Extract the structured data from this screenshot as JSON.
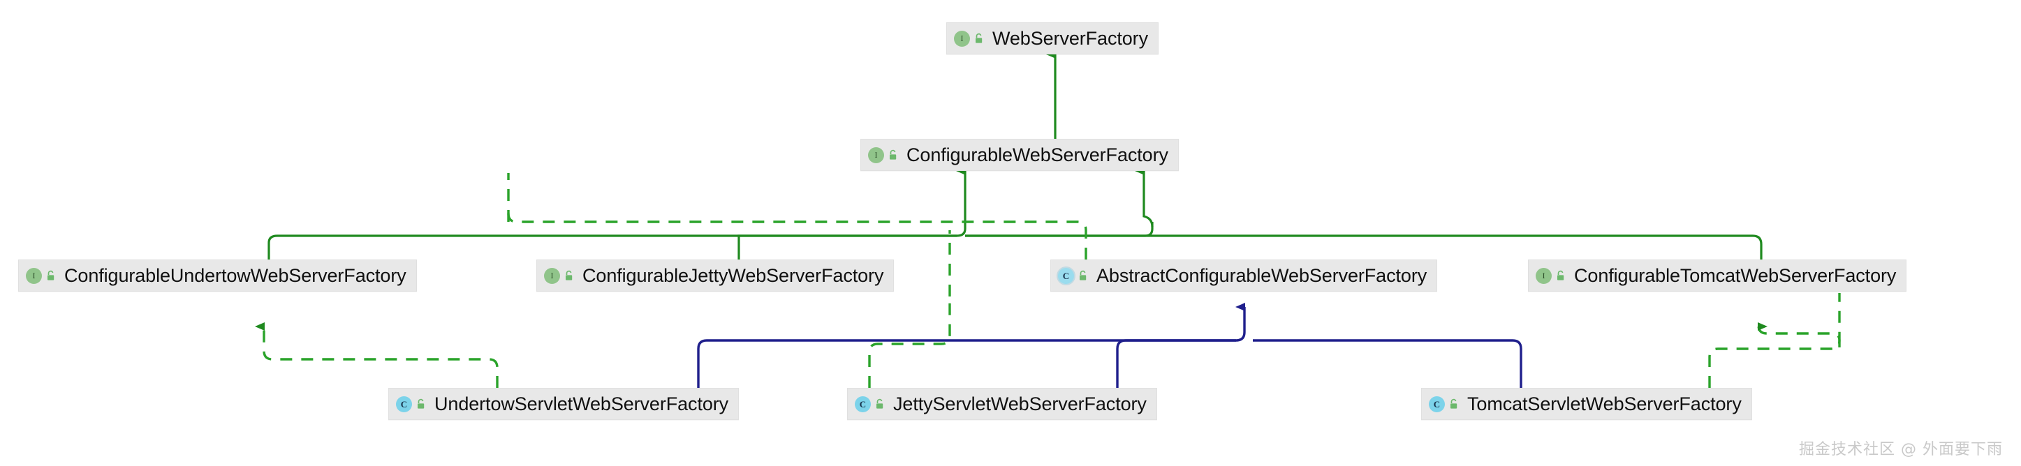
{
  "diagram": {
    "title": "WebServerFactory class hierarchy",
    "type": "uml-class-hierarchy",
    "colors": {
      "interface_edge": "#1f8a1f",
      "class_edge": "#1f1f8c",
      "node_fill": "#e8e8e8",
      "interface_icon": "#90c48a",
      "class_icon": "#7cd3ea",
      "lock_icon": "#6cb86c",
      "label_text": "#101010"
    },
    "nodes": [
      {
        "id": "web-server-factory",
        "label": "WebServerFactory",
        "kind": "interface",
        "icon": "interface-icon",
        "visibility_icon": "unlocked-padlock-icon",
        "row": 1
      },
      {
        "id": "configurable-web-server-factory",
        "label": "ConfigurableWebServerFactory",
        "kind": "interface",
        "icon": "interface-icon",
        "visibility_icon": "unlocked-padlock-icon",
        "row": 2
      },
      {
        "id": "configurable-undertow-web-server-factory",
        "label": "ConfigurableUndertowWebServerFactory",
        "kind": "interface",
        "icon": "interface-icon",
        "visibility_icon": "unlocked-padlock-icon",
        "row": 3
      },
      {
        "id": "configurable-jetty-web-server-factory",
        "label": "ConfigurableJettyWebServerFactory",
        "kind": "interface",
        "icon": "interface-icon",
        "visibility_icon": "unlocked-padlock-icon",
        "row": 3
      },
      {
        "id": "abstract-configurable-web-server-factory",
        "label": "AbstractConfigurableWebServerFactory",
        "kind": "abstract-class",
        "icon": "class-icon",
        "visibility_icon": "unlocked-padlock-icon",
        "row": 3
      },
      {
        "id": "configurable-tomcat-web-server-factory",
        "label": "ConfigurableTomcatWebServerFactory",
        "kind": "interface",
        "icon": "interface-icon",
        "visibility_icon": "unlocked-padlock-icon",
        "row": 3
      },
      {
        "id": "undertow-servlet-web-server-factory",
        "label": "UndertowServletWebServerFactory",
        "kind": "class",
        "icon": "class-icon",
        "visibility_icon": "unlocked-padlock-icon",
        "row": 4
      },
      {
        "id": "jetty-servlet-web-server-factory",
        "label": "JettyServletWebServerFactory",
        "kind": "class",
        "icon": "class-icon",
        "visibility_icon": "unlocked-padlock-icon",
        "row": 4
      },
      {
        "id": "tomcat-servlet-web-server-factory",
        "label": "TomcatServletWebServerFactory",
        "kind": "class",
        "icon": "class-icon",
        "visibility_icon": "unlocked-padlock-icon",
        "row": 4
      }
    ],
    "edges": [
      {
        "from": "configurable-web-server-factory",
        "to": "web-server-factory",
        "style": "solid",
        "color": "green",
        "relation": "extends"
      },
      {
        "from": "configurable-undertow-web-server-factory",
        "to": "configurable-web-server-factory",
        "style": "solid",
        "color": "green",
        "relation": "extends"
      },
      {
        "from": "configurable-jetty-web-server-factory",
        "to": "configurable-web-server-factory",
        "style": "solid",
        "color": "green",
        "relation": "extends"
      },
      {
        "from": "configurable-tomcat-web-server-factory",
        "to": "configurable-web-server-factory",
        "style": "solid",
        "color": "green",
        "relation": "extends"
      },
      {
        "from": "abstract-configurable-web-server-factory",
        "to": "configurable-web-server-factory",
        "style": "dashed",
        "color": "green",
        "relation": "implements"
      },
      {
        "from": "undertow-servlet-web-server-factory",
        "to": "configurable-undertow-web-server-factory",
        "style": "dashed",
        "color": "green",
        "relation": "implements"
      },
      {
        "from": "jetty-servlet-web-server-factory",
        "to": "configurable-jetty-web-server-factory",
        "style": "dashed",
        "color": "green",
        "relation": "implements"
      },
      {
        "from": "tomcat-servlet-web-server-factory",
        "to": "configurable-tomcat-web-server-factory",
        "style": "dashed",
        "color": "green",
        "relation": "implements"
      },
      {
        "from": "undertow-servlet-web-server-factory",
        "to": "abstract-configurable-web-server-factory",
        "style": "solid",
        "color": "navy",
        "relation": "extends"
      },
      {
        "from": "jetty-servlet-web-server-factory",
        "to": "abstract-configurable-web-server-factory",
        "style": "solid",
        "color": "navy",
        "relation": "extends"
      },
      {
        "from": "tomcat-servlet-web-server-factory",
        "to": "abstract-configurable-web-server-factory",
        "style": "solid",
        "color": "navy",
        "relation": "extends"
      }
    ]
  },
  "watermark": {
    "text": "掘金技术社区 @ 外面要下雨"
  }
}
